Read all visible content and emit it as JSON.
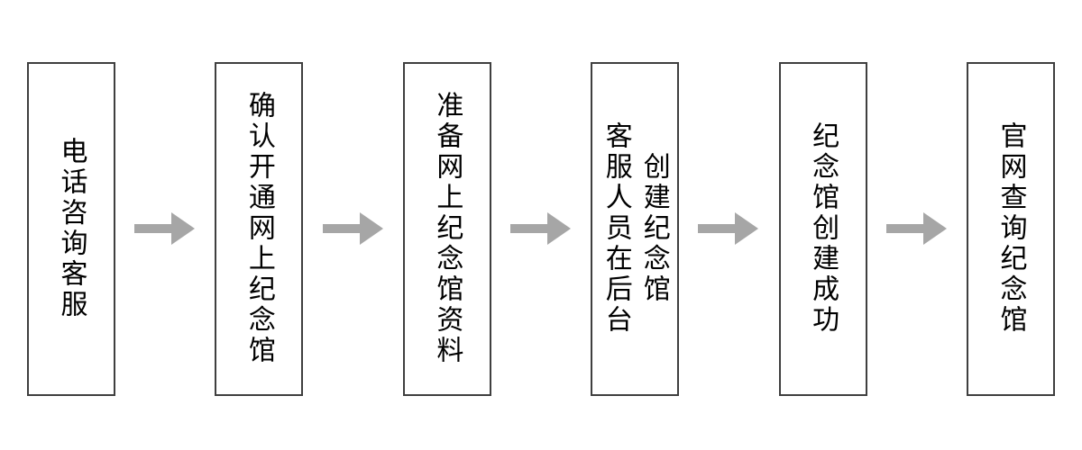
{
  "colors": {
    "arrow": "#a6a6a6",
    "box_border": "#3f3f3f",
    "text": "#000000",
    "background": "#ffffff"
  },
  "flowchart": {
    "type": "horizontal-flow",
    "direction": "left-to-right",
    "text_orientation": "vertical",
    "arrow_icon": "right-block-arrow",
    "steps": [
      {
        "id": 1,
        "lines": {
          "0": "电话咨询客服"
        }
      },
      {
        "id": 2,
        "lines": {
          "0": "确认开通网上纪念馆"
        }
      },
      {
        "id": 3,
        "lines": {
          "0": "准备网上纪念馆资料"
        }
      },
      {
        "id": 4,
        "lines": {
          "0": "客服人员在后台",
          "1": "创建纪念馆"
        }
      },
      {
        "id": 5,
        "lines": {
          "0": "纪念馆创建成功"
        }
      },
      {
        "id": 6,
        "lines": {
          "0": "官网查询纪念馆"
        }
      }
    ]
  }
}
